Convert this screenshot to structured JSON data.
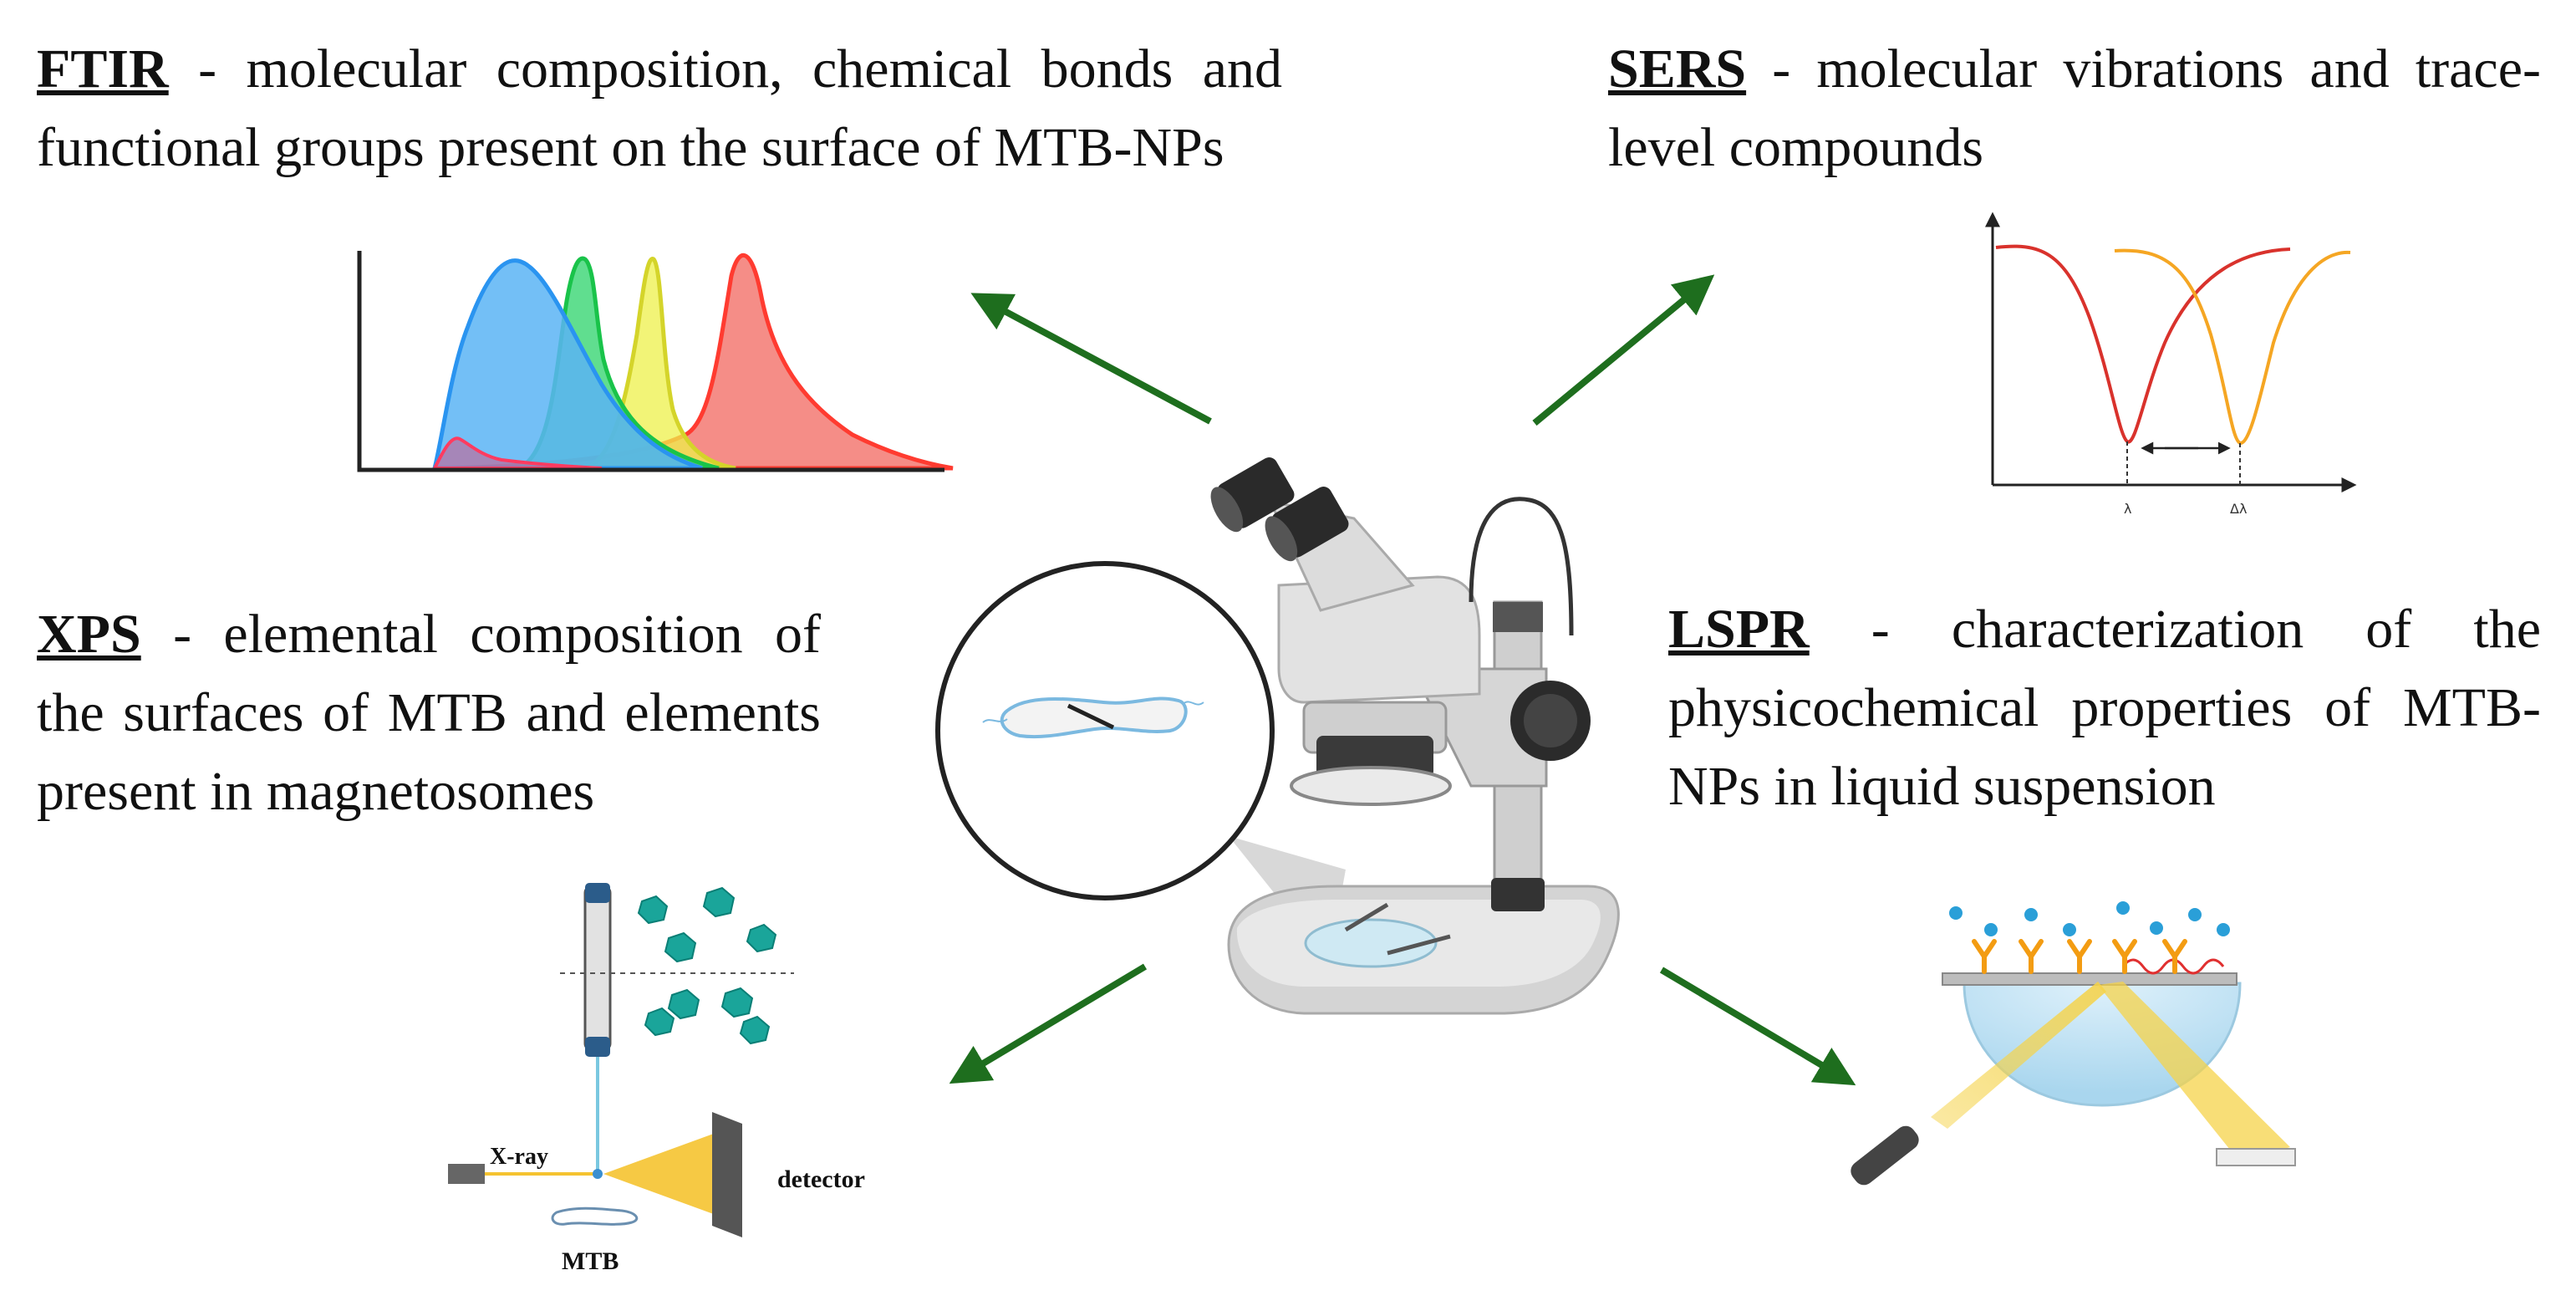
{
  "ftir": {
    "title": "FTIR",
    "separator": " - ",
    "description": "molecular composition, chemical bonds and functional groups present on the surface of MTB-NPs"
  },
  "sers": {
    "title": "SERS",
    "separator": " - ",
    "description": "molecular vibrations and trace-level compounds",
    "axis_labels": [
      "λ",
      "Δλ"
    ]
  },
  "xps": {
    "title": "XPS",
    "separator": " - ",
    "description": "elemental composition of the surfaces of MTB and elements present in magnetosomes",
    "labels": {
      "xray": "X-ray",
      "detector": "detector",
      "sample": "MTB"
    }
  },
  "lspr": {
    "title": "LSPR",
    "separator": " - ",
    "description": "characterization of the physicochemical properties of MTB-NPs in  liquid suspension"
  },
  "colors": {
    "arrow": "#1e6e1e",
    "ftir_blue": "#5ab4f5",
    "ftir_green": "#2bd36a",
    "ftir_yellow": "#e8ec3c",
    "ftir_red": "#f2675f",
    "sers_red": "#d9322c",
    "sers_orange": "#f5a623",
    "xps_particle": "#1aa59a",
    "lspr_beam": "#f5d34a"
  }
}
